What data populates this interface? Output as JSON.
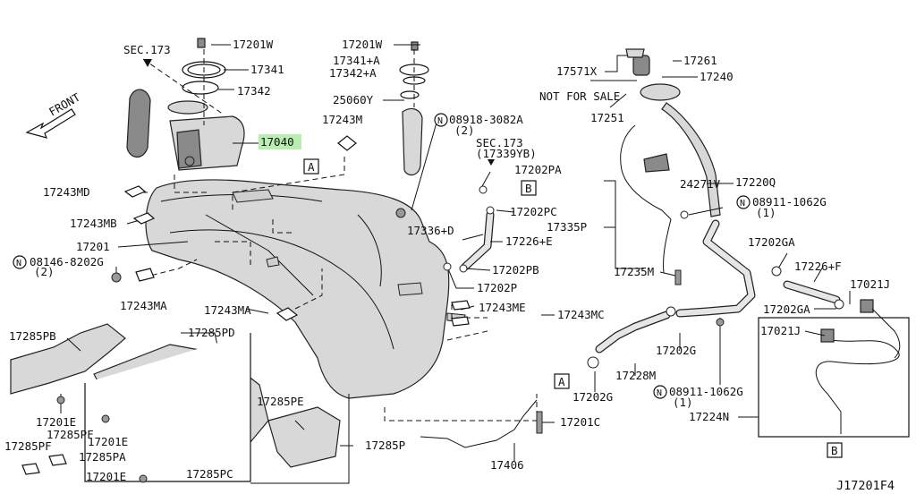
{
  "page_id": "J17201F4",
  "labels": {
    "l1": "17201W",
    "l2": "SEC.173",
    "l3": "17341",
    "l4": "17342",
    "l5": "FRONT",
    "l6": "17040",
    "l7": "17243MD",
    "l8": "17243MB",
    "l9": "17201",
    "l10": "08146-8202G",
    "l11": "(2)",
    "l12": "17243MA",
    "l13": "17243MA",
    "l14": "17201W",
    "l15": "17341+A",
    "l16": "17342+A",
    "l17": "25060Y",
    "l18": "17243M",
    "l19": "08918-3082A",
    "l20": "(2)",
    "l21": "SEC.173",
    "l22": "(17339YB)",
    "l23": "17202PA",
    "l24": "17202PC",
    "l25": "17336+D",
    "l26": "17226+E",
    "l27": "17202PB",
    "l28": "17202P",
    "l29": "17243ME",
    "l30": "17243MC",
    "l31": "17571X",
    "l32": "NOT FOR SALE",
    "l33": "17251",
    "l34": "17261",
    "l35": "17240",
    "l36": "24271V",
    "l37": "17220Q",
    "l38": "08911-1062G",
    "l39": "(1)",
    "l40": "17335P",
    "l41": "17235M",
    "l42": "17202GA",
    "l43": "17226+F",
    "l44": "17021J",
    "l45": "17202GA",
    "l46": "17021J",
    "l47": "17202G",
    "l48": "17228M",
    "l49": "17202G",
    "l50": "08911-1062G",
    "l51": "(1)",
    "l52": "17224N",
    "l53": "17285PB",
    "l54": "17285PD",
    "l55": "17201E",
    "l56": "17285PF",
    "l57": "17201E",
    "l58": "17285PF",
    "l59": "17285PA",
    "l60": "17201E",
    "l61": "17285PC",
    "l62": "17285PE",
    "l63": "17285P",
    "l64": "17406",
    "l65": "17201C"
  },
  "markers": {
    "m_a1": "A",
    "m_a2": "A",
    "m_b1": "B",
    "m_b2": "B",
    "n": "N"
  },
  "colors": {
    "highlight": "#b8eeb0",
    "ink": "#111111",
    "part": "#d8d8d8"
  },
  "icons": [
    "arrow-icon",
    "nut-icon",
    "bolt-icon",
    "clamp-icon"
  ]
}
